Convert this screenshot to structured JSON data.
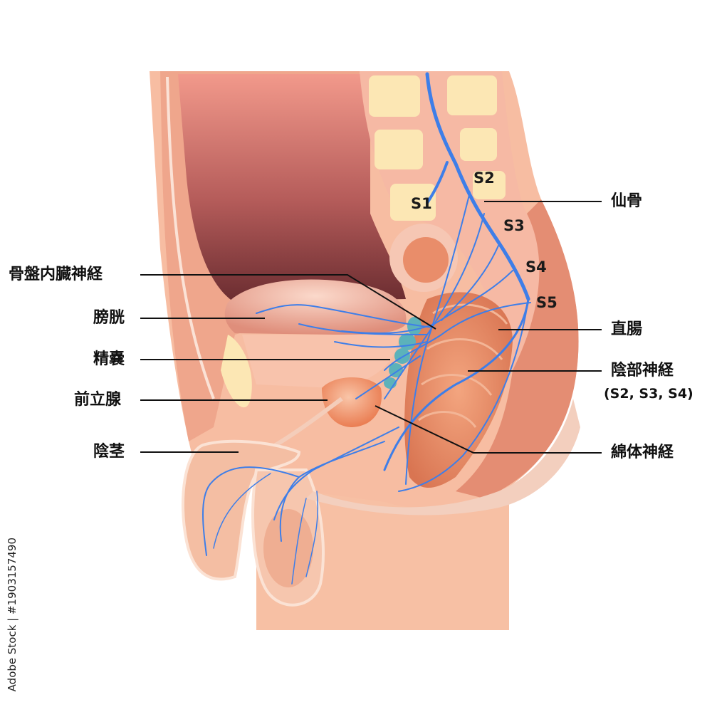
{
  "labels": {
    "sacrum": "仙骨",
    "pelvic_splanchnic": "骨盤内臓神経",
    "bladder": "膀胱",
    "rectum": "直腸",
    "seminal_vesicle": "精嚢",
    "pudendal": "陰部神経",
    "pudendal_sub": "(S2, S3, S4)",
    "prostate": "前立腺",
    "penis": "陰茎",
    "cavernous": "綿体神経"
  },
  "segments": {
    "s1": "S1",
    "s2": "S2",
    "s3": "S3",
    "s4": "S4",
    "s5": "S5"
  },
  "side_text": "Adobe Stock | #1903157490",
  "colors": {
    "skin": "#F7C2A6",
    "wall": "#F0A98E",
    "cavity_top": "#F0998A",
    "cavity_bottom": "#6E2E32",
    "bladder": "#E7A08F",
    "vertebra": "#FCE7B4",
    "nerve": "#3E7EE8",
    "prostate": "#EE8A62",
    "seminal": "#5BB1B8",
    "rectum": "#E88A66"
  }
}
